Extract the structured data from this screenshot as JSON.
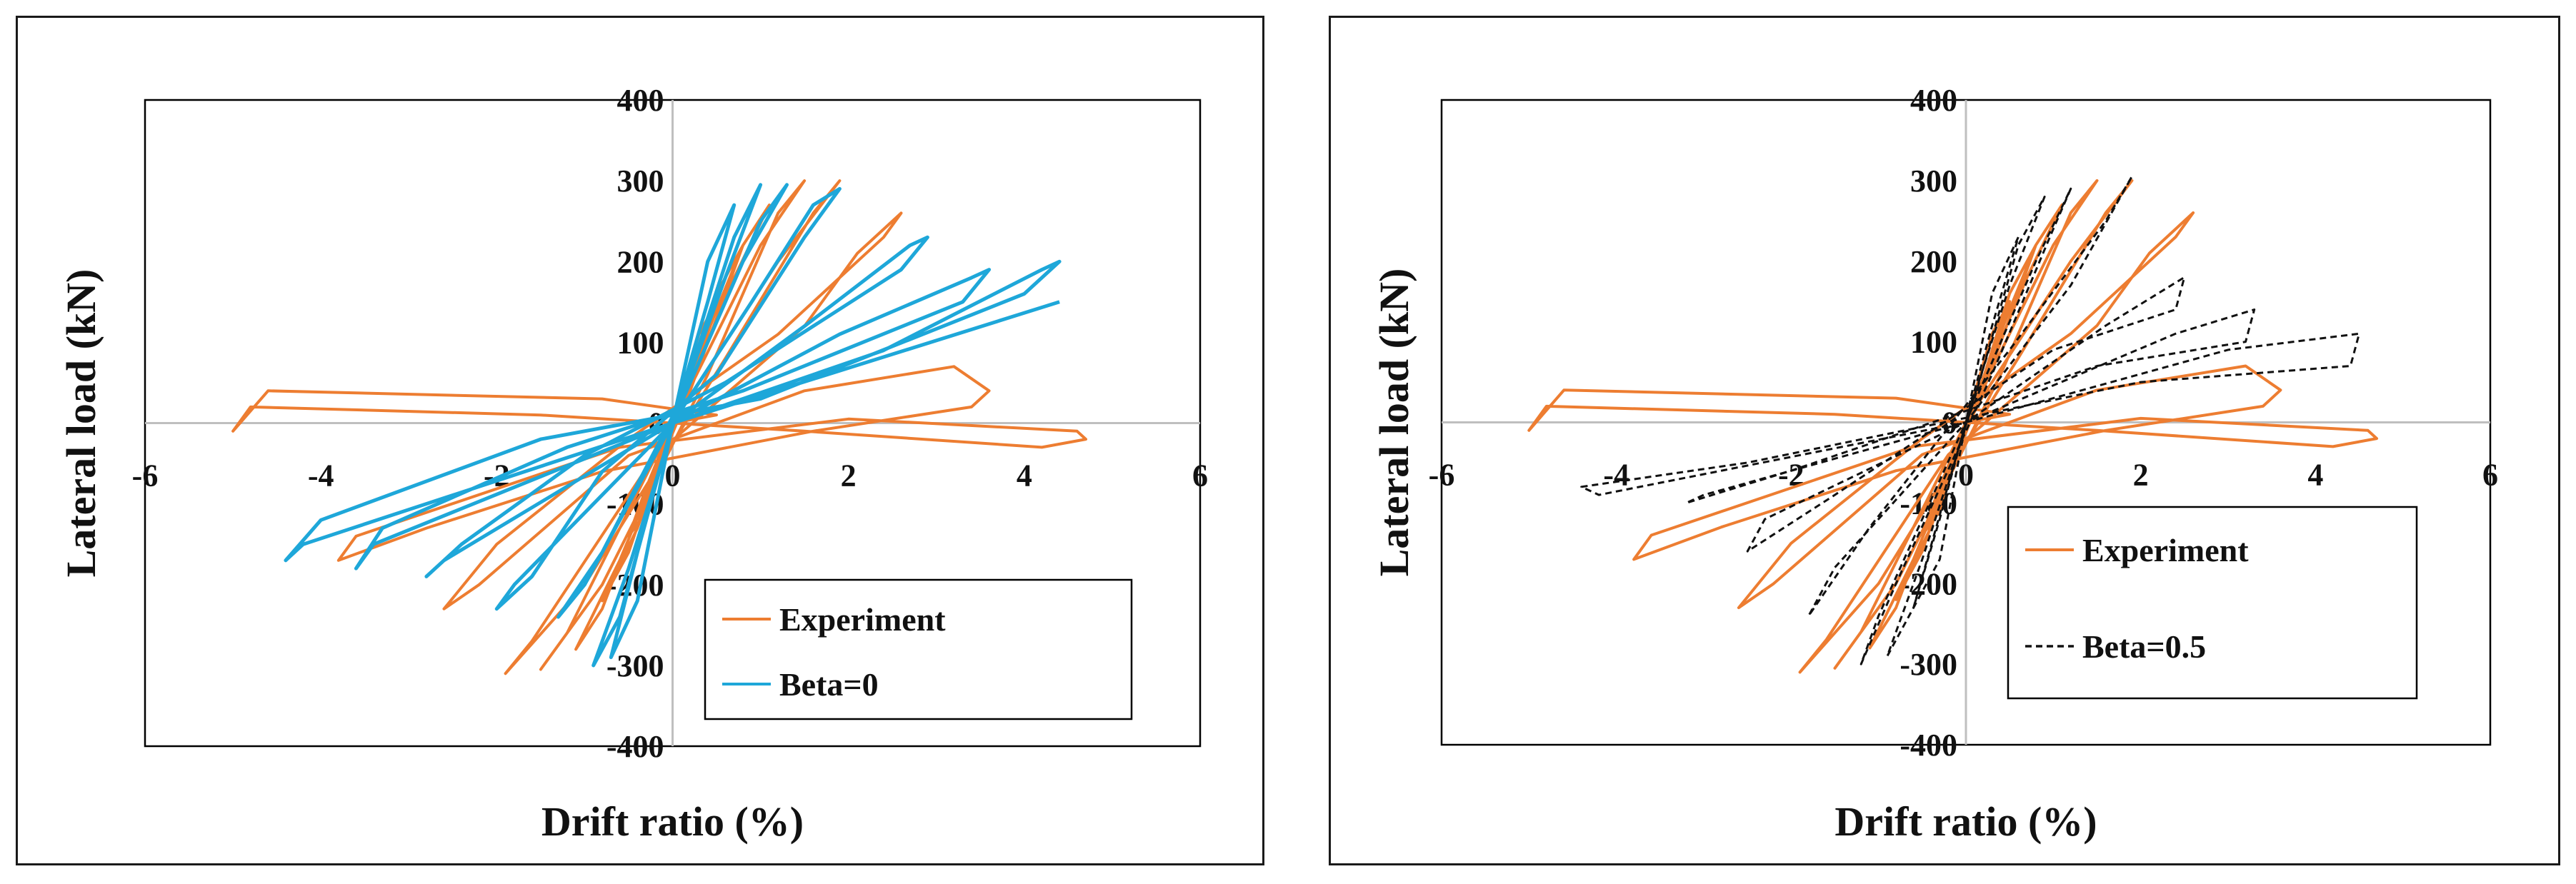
{
  "colors": {
    "experiment": "#ED7D31",
    "beta0": "#1EA7D9",
    "beta05": "#111111"
  },
  "chart_data": [
    {
      "type": "line",
      "xlabel": "Drift ratio (%)",
      "ylabel": "Lateral load (kN)",
      "xlim": [
        -6,
        6
      ],
      "ylim": [
        -400,
        400
      ],
      "xticks": [
        -6,
        -4,
        -2,
        0,
        2,
        4,
        6
      ],
      "yticks": [
        -400,
        -300,
        -200,
        -100,
        0,
        100,
        200,
        300,
        400
      ],
      "grid": false,
      "legend_position": "bottom-right",
      "series": [
        {
          "name": "Experiment",
          "x": [
            0,
            0.3,
            0.5,
            0.3,
            0,
            -0.3,
            -0.5,
            -0.3,
            0,
            0.5,
            0.8,
            0.5,
            0.1,
            -0.4,
            -0.8,
            -0.5,
            0,
            0.7,
            1.1,
            0.8,
            0.2,
            -0.6,
            -1.1,
            -0.8,
            0,
            1.0,
            1.5,
            1.2,
            0.4,
            -0.8,
            -1.5,
            -1.2,
            0,
            1.2,
            1.9,
            1.6,
            0.6,
            -1.0,
            -1.9,
            -1.6,
            -0.2,
            1.5,
            2.1,
            2.6,
            2.4,
            1.2,
            -0.5,
            -2.0,
            -2.6,
            -2.2,
            -0.5,
            1.5,
            3.2,
            3.6,
            3.4,
            1.6,
            -0.8,
            -2.8,
            -3.8,
            -3.6,
            -0.6,
            2.0,
            4.6,
            4.7,
            4.2,
            1.5,
            -1.5,
            -4.8,
            -5.0,
            -4.6,
            -0.8,
            0.5,
            0
          ],
          "y": [
            0,
            80,
            150,
            110,
            0,
            -80,
            -140,
            -110,
            0,
            140,
            220,
            160,
            20,
            -130,
            -220,
            -160,
            0,
            180,
            270,
            220,
            40,
            -170,
            -280,
            -230,
            0,
            220,
            300,
            260,
            60,
            -200,
            -305,
            -260,
            0,
            200,
            300,
            260,
            80,
            -200,
            -310,
            -270,
            -40,
            120,
            210,
            260,
            230,
            110,
            -20,
            -150,
            -230,
            -200,
            -40,
            40,
            70,
            40,
            20,
            -10,
            -60,
            -130,
            -170,
            -140,
            -30,
            5,
            -10,
            -20,
            -30,
            -10,
            10,
            20,
            -10,
            40,
            30,
            10,
            0
          ]
        },
        {
          "name": "Beta=0",
          "x": [
            0,
            0.4,
            0.7,
            0.4,
            0,
            -0.4,
            -0.7,
            -0.4,
            0,
            0.6,
            1.0,
            0.7,
            0.1,
            -0.5,
            -0.9,
            -0.6,
            0,
            0.8,
            1.3,
            1.0,
            0.2,
            -0.8,
            -1.3,
            -1.0,
            0,
            0.9,
            1.6,
            1.9,
            1.5,
            0.5,
            -0.8,
            -1.6,
            -2.0,
            -1.8,
            0,
            1.5,
            2.7,
            2.9,
            2.6,
            0.6,
            -1.0,
            -2.4,
            -2.8,
            -2.6,
            0,
            1.9,
            3.4,
            3.6,
            3.3,
            0.8,
            -1.2,
            -3.3,
            -3.6,
            -3.4,
            0,
            2.4,
            4.2,
            4.4,
            4.0,
            1.0,
            -1.5,
            -4.0,
            -4.4,
            -4.2,
            0,
            4.4
          ],
          "y": [
            0,
            150,
            270,
            200,
            0,
            -160,
            -290,
            -220,
            0,
            180,
            295,
            230,
            30,
            -180,
            -300,
            -240,
            0,
            200,
            295,
            250,
            50,
            -160,
            -240,
            -200,
            0,
            150,
            270,
            290,
            230,
            60,
            -60,
            -190,
            -230,
            -200,
            0,
            120,
            220,
            230,
            190,
            50,
            -40,
            -150,
            -190,
            -170,
            0,
            110,
            180,
            190,
            150,
            40,
            -30,
            -130,
            -180,
            -150,
            0,
            90,
            190,
            200,
            160,
            30,
            -20,
            -120,
            -170,
            -150,
            0,
            150
          ]
        }
      ]
    },
    {
      "type": "line",
      "xlabel": "Drift ratio (%)",
      "ylabel": "Lateral load (kN)",
      "xlim": [
        -6,
        6
      ],
      "ylim": [
        -400,
        400
      ],
      "xticks": [
        -6,
        -4,
        -2,
        0,
        2,
        4,
        6
      ],
      "yticks": [
        -400,
        -300,
        -200,
        -100,
        0,
        100,
        200,
        300,
        400
      ],
      "grid": false,
      "legend_position": "bottom-right",
      "series": [
        {
          "name": "Experiment",
          "x": [
            0,
            0.3,
            0.5,
            0.3,
            0,
            -0.3,
            -0.5,
            -0.3,
            0,
            0.5,
            0.8,
            0.5,
            0.1,
            -0.4,
            -0.8,
            -0.5,
            0,
            0.7,
            1.1,
            0.8,
            0.2,
            -0.6,
            -1.1,
            -0.8,
            0,
            1.0,
            1.5,
            1.2,
            0.4,
            -0.8,
            -1.5,
            -1.2,
            0,
            1.2,
            1.9,
            1.6,
            0.6,
            -1.0,
            -1.9,
            -1.6,
            -0.2,
            1.5,
            2.1,
            2.6,
            2.4,
            1.2,
            -0.5,
            -2.0,
            -2.6,
            -2.2,
            -0.5,
            1.5,
            3.2,
            3.6,
            3.4,
            1.6,
            -0.8,
            -2.8,
            -3.8,
            -3.6,
            -0.6,
            2.0,
            4.6,
            4.7,
            4.2,
            1.5,
            -1.5,
            -4.8,
            -5.0,
            -4.6,
            -0.8,
            0.5,
            0
          ],
          "y": [
            0,
            80,
            150,
            110,
            0,
            -80,
            -140,
            -110,
            0,
            140,
            220,
            160,
            20,
            -130,
            -220,
            -160,
            0,
            180,
            270,
            220,
            40,
            -170,
            -280,
            -230,
            0,
            220,
            300,
            260,
            60,
            -200,
            -305,
            -260,
            0,
            200,
            300,
            260,
            80,
            -200,
            -310,
            -270,
            -40,
            120,
            210,
            260,
            230,
            110,
            -20,
            -150,
            -230,
            -200,
            -40,
            40,
            70,
            40,
            20,
            -10,
            -60,
            -130,
            -170,
            -140,
            -30,
            5,
            -10,
            -20,
            -30,
            -10,
            10,
            20,
            -10,
            40,
            30,
            10,
            0
          ]
        },
        {
          "name": "Beta=0.5",
          "x": [
            0,
            0.3,
            0.6,
            0.3,
            0,
            -0.3,
            -0.6,
            -0.3,
            0,
            0.5,
            0.9,
            0.6,
            0.1,
            -0.5,
            -0.9,
            -0.6,
            0,
            0.8,
            1.2,
            1.0,
            0.3,
            -0.8,
            -1.2,
            -1.0,
            0,
            1.2,
            1.9,
            1.6,
            0.5,
            -1.1,
            -1.8,
            -1.5,
            0,
            1.6,
            2.5,
            2.4,
            1.0,
            -1.5,
            -2.5,
            -2.3,
            0,
            2.4,
            3.3,
            3.2,
            1.5,
            -2.0,
            -3.2,
            -3.0,
            0,
            3.0,
            4.5,
            4.4,
            2.0,
            -2.5,
            -4.4,
            -4.2,
            0
          ],
          "y": [
            0,
            120,
            230,
            160,
            0,
            -120,
            -230,
            -170,
            0,
            170,
            280,
            220,
            30,
            -170,
            -290,
            -230,
            0,
            200,
            290,
            240,
            60,
            -200,
            -300,
            -240,
            0,
            170,
            305,
            250,
            90,
            -130,
            -240,
            -180,
            0,
            120,
            180,
            140,
            90,
            -90,
            -160,
            -120,
            0,
            110,
            140,
            100,
            70,
            -60,
            -100,
            -90,
            0,
            90,
            110,
            70,
            50,
            -50,
            -80,
            -90,
            0
          ]
        }
      ]
    }
  ]
}
